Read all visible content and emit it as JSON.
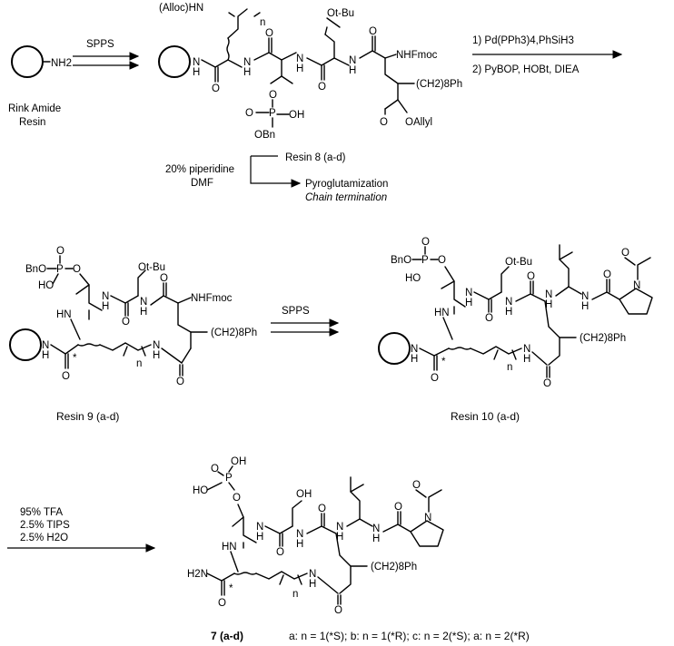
{
  "start": {
    "amine_label": "NH2",
    "caption_line1": "Rink Amide",
    "caption_line2": "Resin"
  },
  "step1": {
    "arrow_label": "SPPS"
  },
  "resin8": {
    "alloc_label": "(Alloc)HN",
    "n_label": "n",
    "otbu_label": "Ot-Bu",
    "nhfmoc_label": "NHFmoc",
    "chain_label": "(CH2)8Ph",
    "oallyl_label": "OAllyl",
    "phosphate_oh": "P—OH",
    "phosphate_obn": "OBn",
    "resin_caption": "Resin 8 (a-d)"
  },
  "step2": {
    "line1": "1) Pd(PPh3)4,PhSiH3",
    "line2": "2) PyBOP, HOBt, DIEA"
  },
  "side_reaction": {
    "reagent1": "20% piperidine",
    "reagent2": "DMF",
    "product1": "Pyroglutamization",
    "product2": "Chain termination"
  },
  "resin9": {
    "bno_label": "BnO",
    "ho_label": "HO",
    "otbu_label": "Ot-Bu",
    "nhfmoc_label": "NHFmoc",
    "chain_label": "(CH2)8Ph",
    "n_label": "n",
    "caption": "Resin 9 (a-d)"
  },
  "step3": {
    "arrow_label": "SPPS"
  },
  "resin10": {
    "bno_label": "BnO",
    "ho_label": "HO",
    "otbu_label": "Ot-Bu",
    "chain_label": "(CH2)8Ph",
    "n_label": "n",
    "caption": "Resin 10 (a-d)"
  },
  "step4": {
    "line1": "95% TFA",
    "line2": "2.5% TIPS",
    "line3": "2.5% H2O"
  },
  "product7": {
    "ho_label": "HO",
    "oh_label": "OH",
    "h2n_label": "H2N",
    "chain_label": "(CH2)8Ph",
    "n_label": "n",
    "caption_compound": "7 (a-d)",
    "caption_variants": "a: n = 1(*S); b: n = 1(*R); c: n = 2(*S); a: n = 2(*R)"
  }
}
